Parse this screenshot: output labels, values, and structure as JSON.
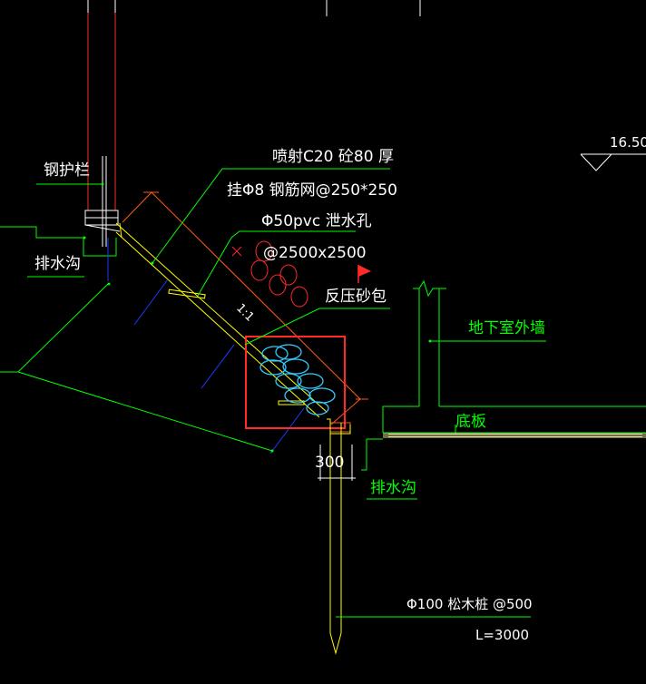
{
  "drawing": {
    "labels": {
      "steel_railing": "钢护栏",
      "drain_ditch_left": "排水沟",
      "shotcrete": "喷射C20 砼80 厚",
      "mesh": "挂Φ8 钢筋网@250*250",
      "drain_hole": "Φ50pvc 泄水孔",
      "drain_hole_spacing": "@2500x2500",
      "sandbag": "反压砂包",
      "basement_wall": "地下室外墙",
      "floor_slab": "底板",
      "dim_300": "300",
      "drain_ditch_right": "排水沟",
      "pile": "Φ100 松木桩 @500",
      "pile_length": "L=3000",
      "elevation": "16.50",
      "slope_ratio": "1:1"
    }
  },
  "colors": {
    "background": "#000000",
    "green": "#00ff00",
    "yellow": "#ffff00",
    "red": "#ff2a2a",
    "orange": "#ff5a1a",
    "blue": "#1a3cff",
    "cyan": "#33ccff",
    "white": "#ffffff"
  }
}
